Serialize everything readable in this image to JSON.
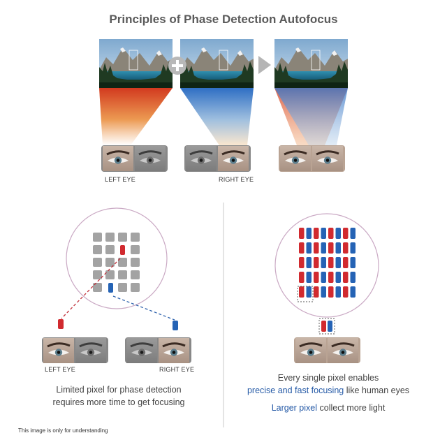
{
  "title": "Principles of Phase Detection Autofocus",
  "top": {
    "left_eye_label": "LEFT EYE",
    "right_eye_label": "RIGHT EYE",
    "combine_symbol": "+"
  },
  "left_panel": {
    "left_eye_label": "LEFT EYE",
    "right_eye_label": "RIGHT EYE",
    "caption_line1": "Limited pixel for phase detection",
    "caption_line2": "requires more time to get focusing"
  },
  "right_panel": {
    "caption_line1": "Every single pixel enables",
    "caption_line2_highlight": "precise and fast focusing",
    "caption_line2_rest": " like human eyes",
    "caption_line3_highlight": "Larger pixel",
    "caption_line3_rest": " collect more light"
  },
  "footnote": "This image is only for understanding",
  "colors": {
    "red": "#d12a2f",
    "blue": "#2563b5",
    "gray_pixel": "#a3a3a3",
    "title": "#5a5a5a",
    "highlight": "#2459a6"
  }
}
